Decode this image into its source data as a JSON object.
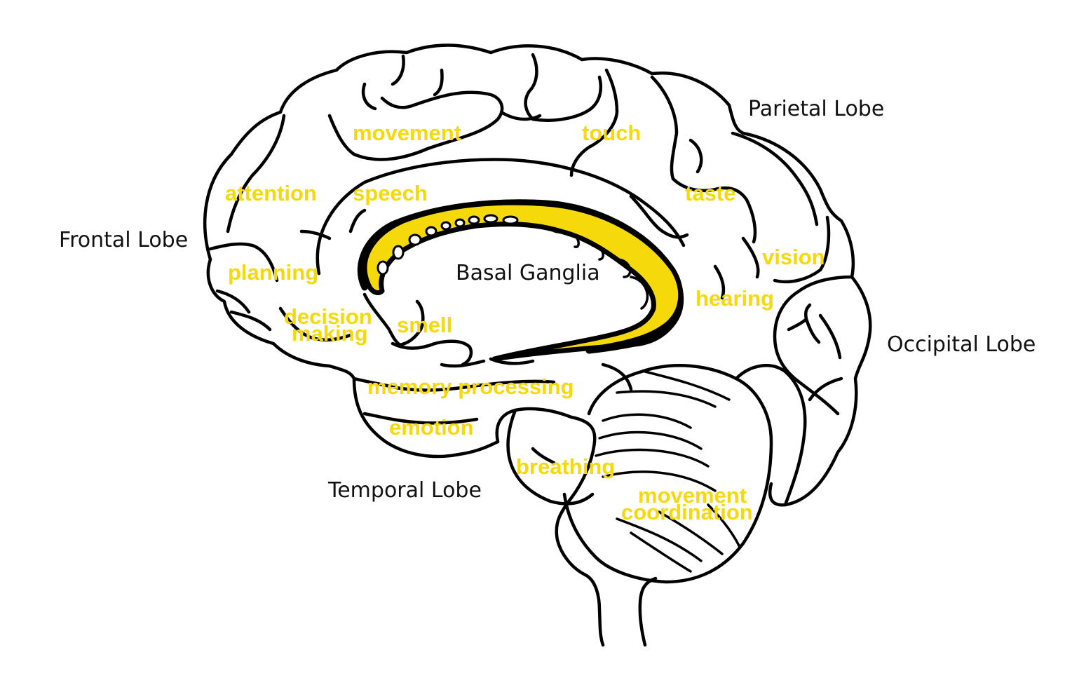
{
  "colors": {
    "highlight": "#f5d90a",
    "outline": "#000000",
    "background": "#ffffff"
  },
  "lobes": {
    "frontal": "Frontal Lobe",
    "parietal": "Parietal Lobe",
    "occipital": "Occipital Lobe",
    "temporal": "Temporal Lobe"
  },
  "structure": {
    "basal_ganglia": "Basal Ganglia"
  },
  "functions": {
    "movement": "movement",
    "touch": "touch",
    "attention": "attention",
    "speech": "speech",
    "taste": "taste",
    "vision": "vision",
    "planning": "planning",
    "hearing": "hearing",
    "decision_line1": "decision",
    "decision_line2": "making",
    "smell": "smell",
    "memory_processing": "memory processing",
    "emotion": "emotion",
    "breathing": "breathing",
    "coordination_line1": "movement",
    "coordination_line2": "coordination"
  }
}
